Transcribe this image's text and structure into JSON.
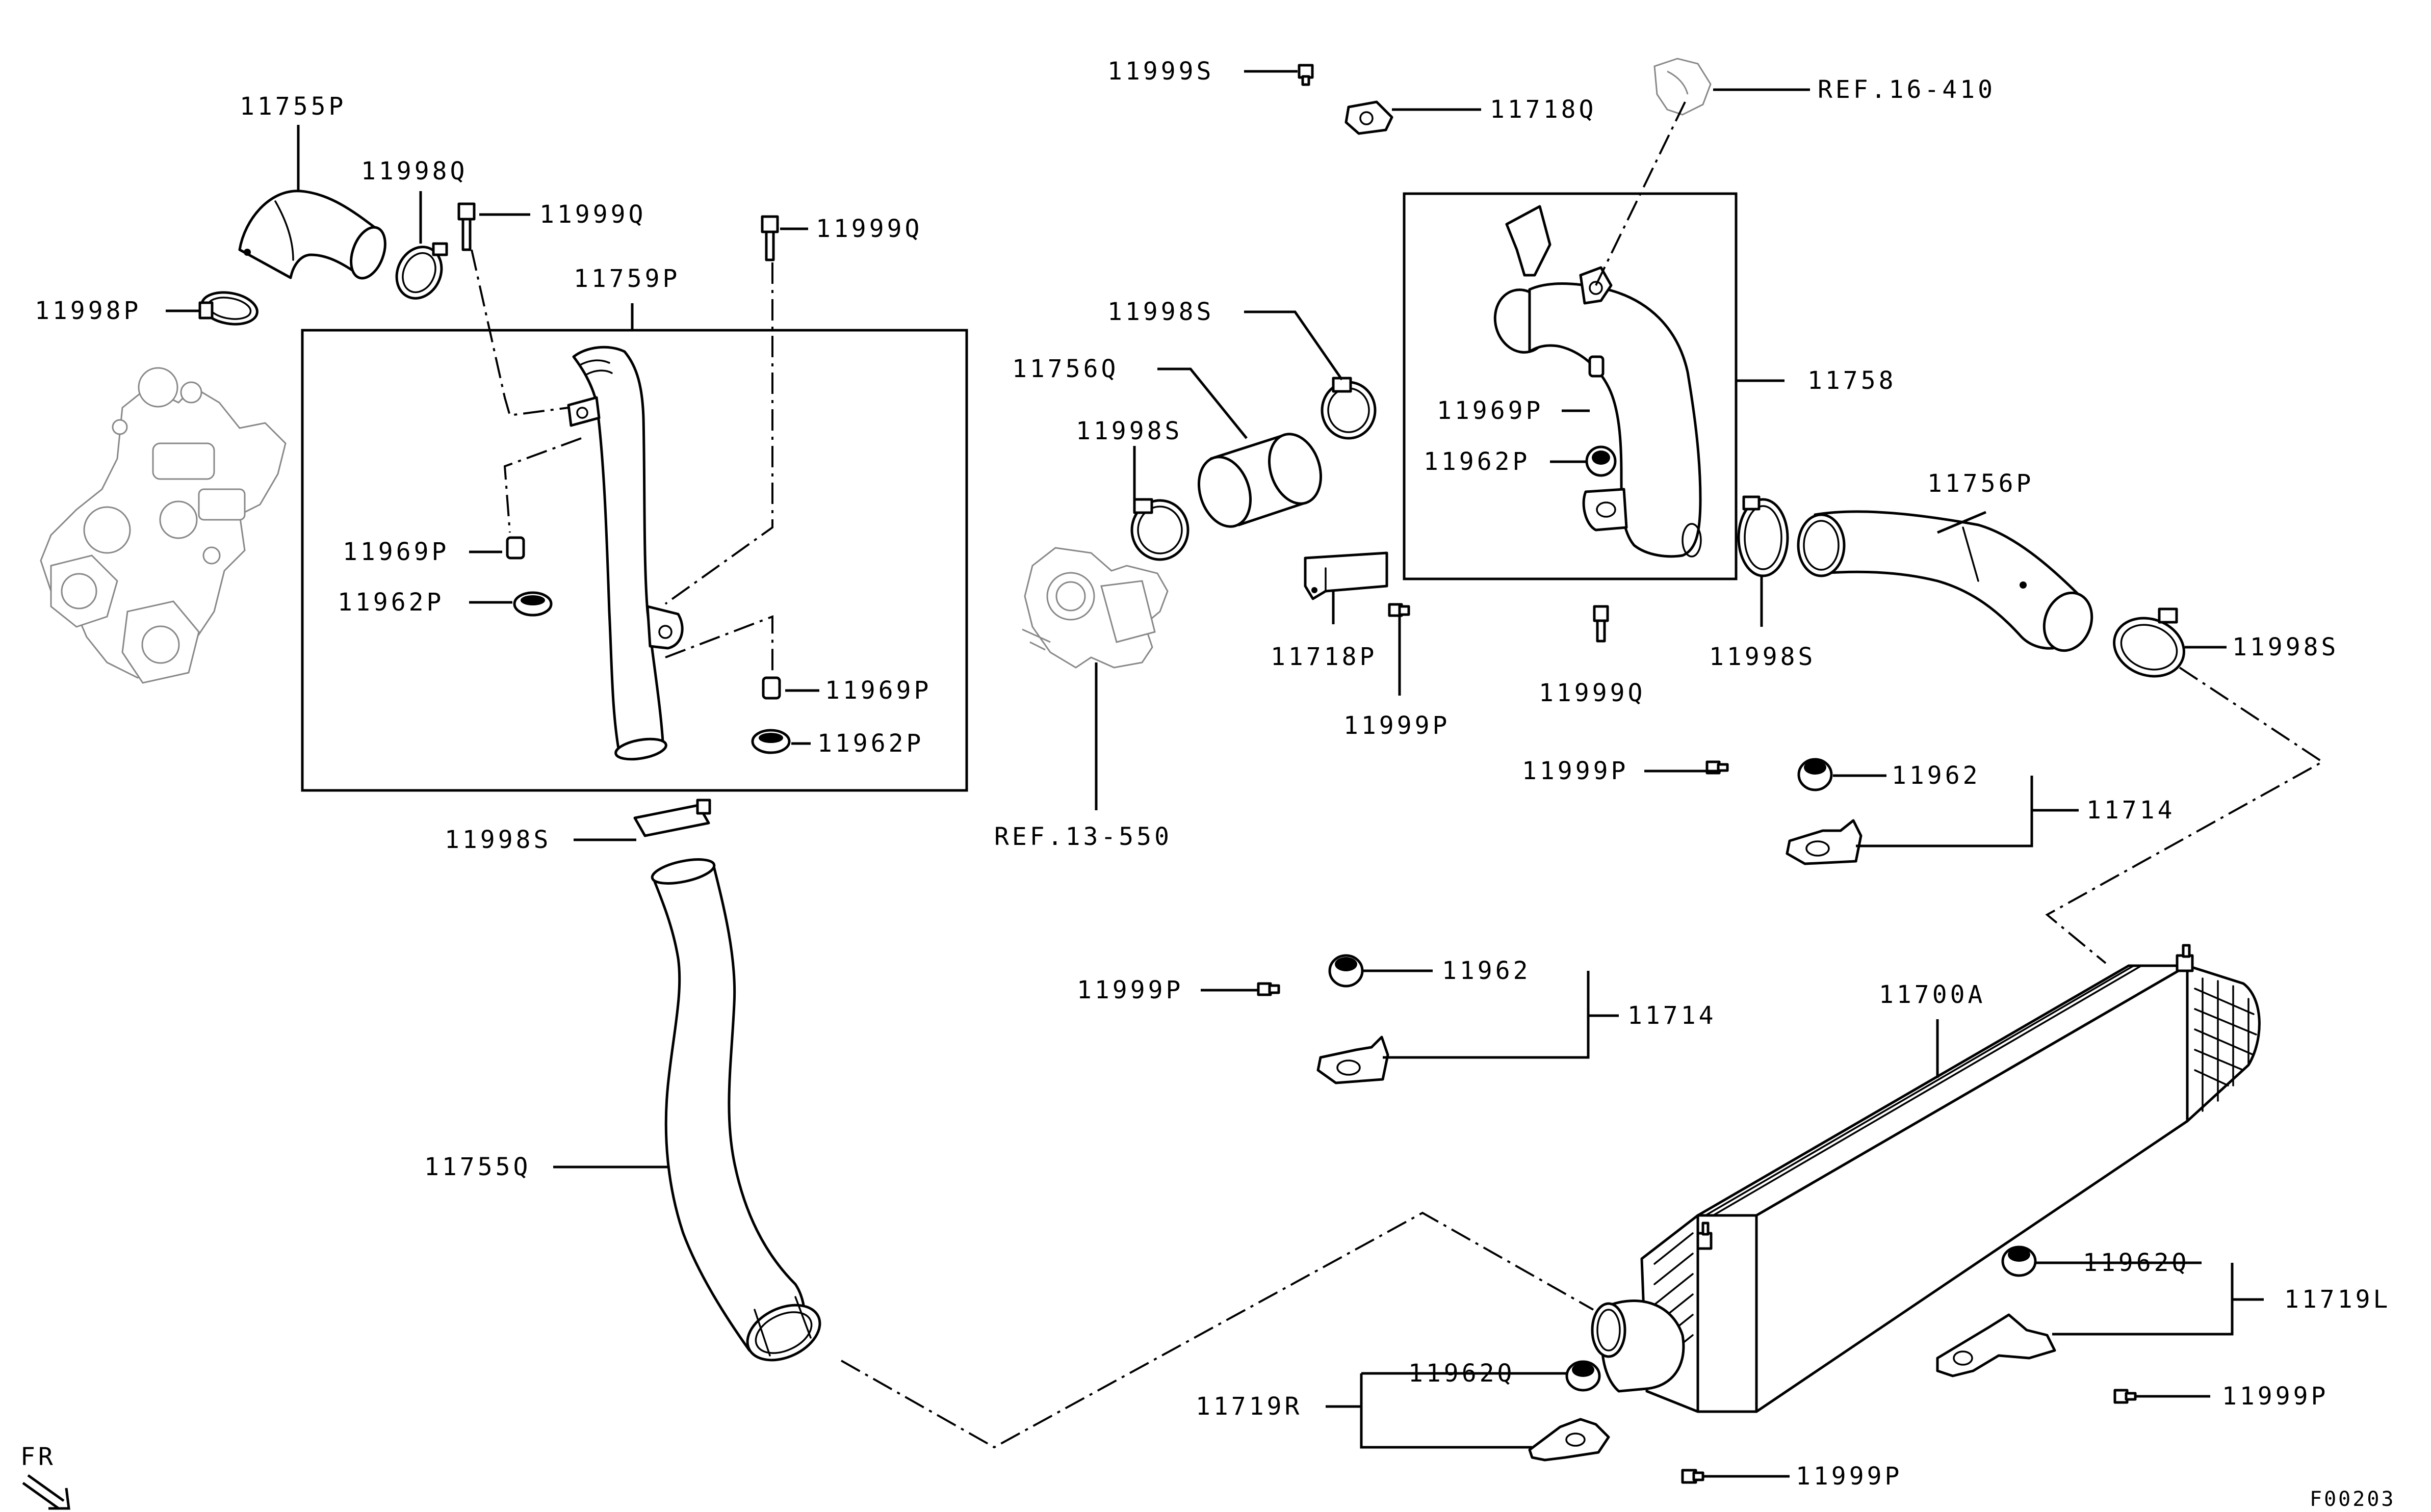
{
  "diagram": {
    "labels": {
      "p11755P": "11755P",
      "p11998Q": "11998Q",
      "p11999Q_a": "11999Q",
      "p11999Q_b": "11999Q",
      "p11998P": "11998P",
      "p11759P": "11759P",
      "p11969P_a": "11969P",
      "p11962P_a": "11962P",
      "p11969P_b": "11969P",
      "p11962P_b": "11962P",
      "p11998S_a": "11998S",
      "p11755Q": "11755Q",
      "p11999S": "11999S",
      "p11718Q": "11718Q",
      "ref16410": "REF.16-410",
      "p11998S_b": "11998S",
      "p11756Q": "11756Q",
      "p11998S_c": "11998S",
      "ref13550": "REF.13-550",
      "p11758": "11758",
      "p11969P_c": "11969P",
      "p11962P_c": "11962P",
      "p11718P": "11718P",
      "p11999P_a": "11999P",
      "p11999Q_c": "11999Q",
      "p11998S_d": "11998S",
      "p11756P": "11756P",
      "p11998S_e": "11998S",
      "p11999P_b": "11999P",
      "p11962_a": "11962",
      "p11714_a": "11714",
      "p11999P_c": "11999P",
      "p11962_b": "11962",
      "p11714_b": "11714",
      "p11700A": "11700A",
      "p11962Q_a": "11962Q",
      "p11719L": "11719L",
      "p11999P_d": "11999P",
      "p11719R": "11719R",
      "p11962Q_b": "11962Q",
      "p11999P_e": "11999P",
      "fr": "FR",
      "figure_code": "F00203"
    },
    "icons": [
      "front-direction-arrow-icon"
    ]
  }
}
